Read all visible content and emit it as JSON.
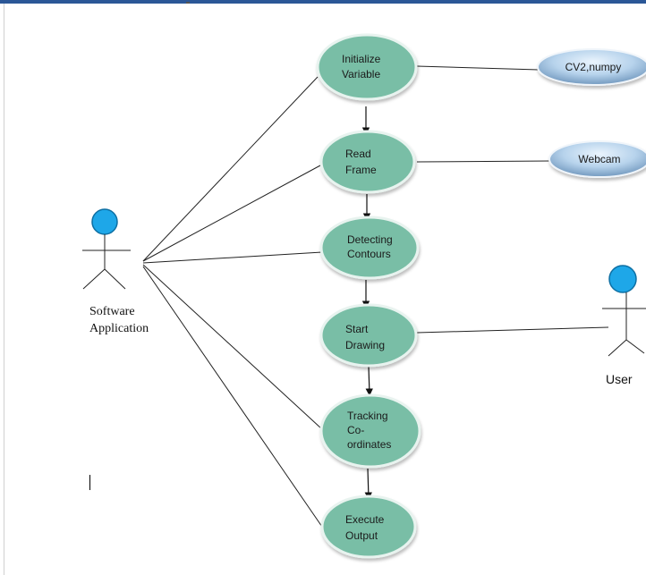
{
  "actors": {
    "software_application": {
      "line1": "Software",
      "line2": "Application"
    },
    "user": {
      "label": "User"
    }
  },
  "use_cases": [
    {
      "id": "initialize",
      "lines": [
        "Initialize",
        "Variable"
      ]
    },
    {
      "id": "read",
      "lines": [
        "Read",
        "Frame"
      ]
    },
    {
      "id": "detect",
      "lines": [
        "Detecting",
        "Contours"
      ]
    },
    {
      "id": "draw",
      "lines": [
        "Start",
        "Drawing"
      ]
    },
    {
      "id": "track",
      "lines": [
        "Tracking",
        "Co-",
        "ordinates"
      ]
    },
    {
      "id": "execute",
      "lines": [
        "Execute",
        "Output"
      ]
    }
  ],
  "systems": [
    {
      "id": "libs",
      "label": "CV2,numpy"
    },
    {
      "id": "webcam",
      "label": "Webcam"
    }
  ],
  "colors": {
    "use_case_fill": "#79bea6",
    "use_case_border": "#e8f3ef",
    "system_fill": "#9ebfdc",
    "actor_head": "#1ea7e8",
    "title_bar": "#2b5797"
  }
}
